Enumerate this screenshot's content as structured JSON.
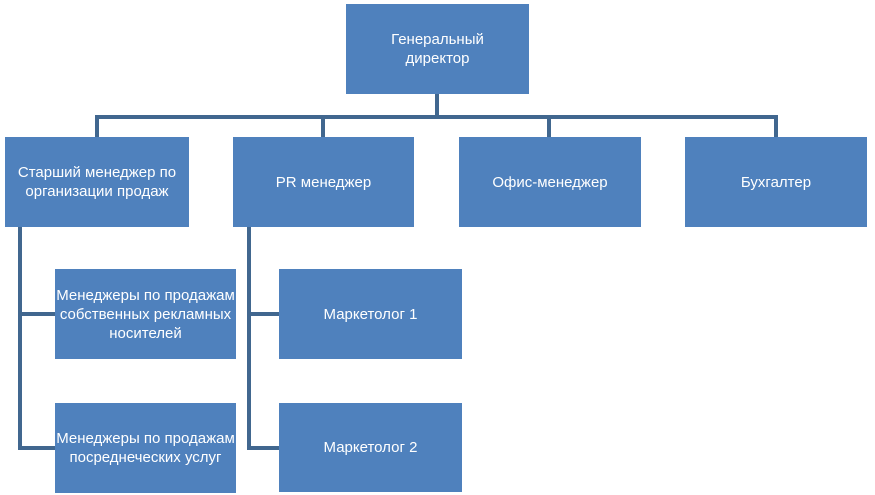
{
  "chart": {
    "root": {
      "label": "Генеральный директор"
    },
    "departments": [
      {
        "label": "Старший менеджер по организации продаж"
      },
      {
        "label": "PR менеджер"
      },
      {
        "label": "Офис-менеджер"
      },
      {
        "label": "Бухгалтер"
      }
    ],
    "sales_staff": [
      {
        "label": "Менеджеры по продажам собственных рекламных носителей"
      },
      {
        "label": "Менеджеры по продажам посреднеческих услуг"
      }
    ],
    "pr_staff": [
      {
        "label": "Маркетолог 1"
      },
      {
        "label": "Маркетолог 2"
      }
    ]
  },
  "colors": {
    "box_fill": "#4f81bd",
    "connector": "#41678f",
    "text": "#ffffff"
  }
}
